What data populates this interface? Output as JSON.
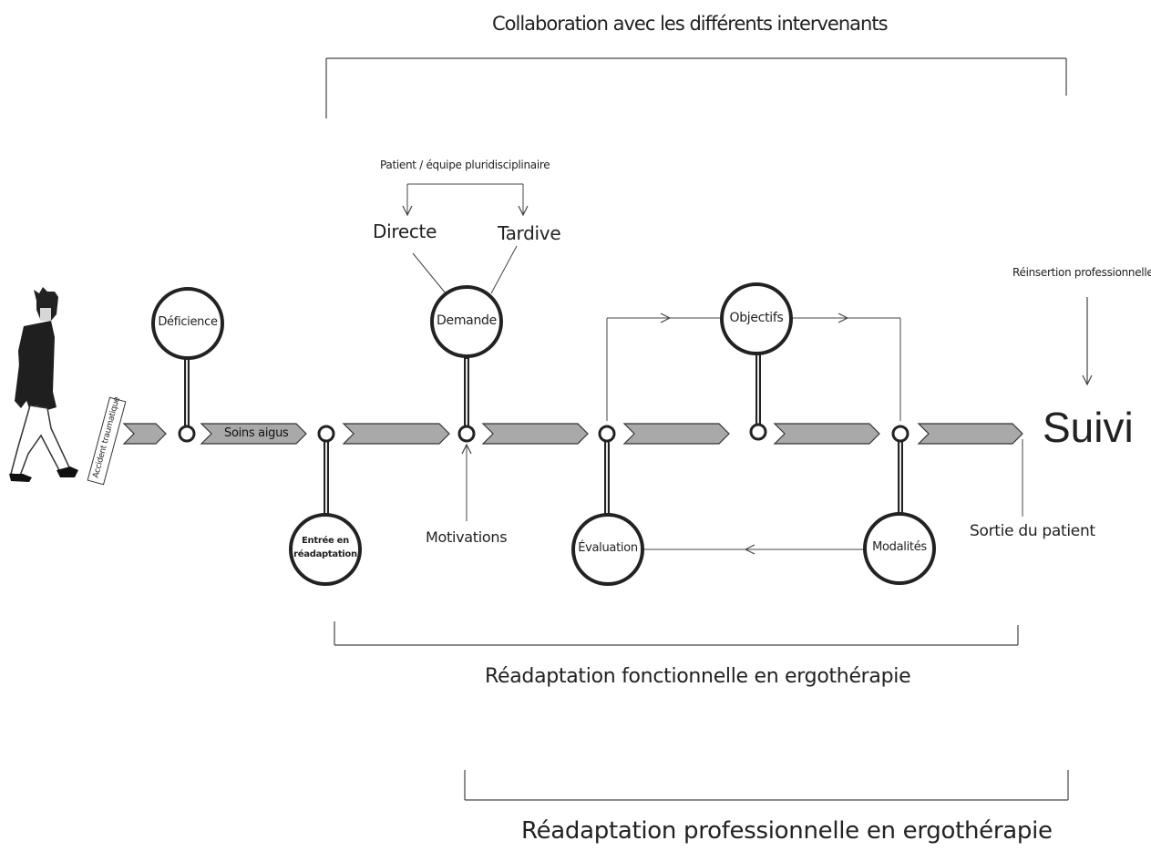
{
  "collaboration_title": "Collaboration avec les différents intervenants",
  "patient_team_label": "Patient / équipe pluridisciplinaire",
  "demand_types": {
    "direct": "Directe",
    "late": "Tardive"
  },
  "reinsertion_label": "Réinsertion professionnelle",
  "accident_label": "Accident traumatique",
  "acute_care_label": "Soins aigus",
  "nodes": {
    "deficience": "Déficience",
    "entree_1": "Entrée en",
    "entree_2": "réadaptation",
    "demande": "Demande",
    "evaluation": "Évaluation",
    "objectifs": "Objectifs",
    "modalites": "Modalités"
  },
  "motivations_label": "Motivations",
  "suivi_label": "Suivi",
  "exit_label": "Sortie du patient",
  "functional_rehab_label": "Réadaptation fonctionnelle en ergothérapie",
  "professional_rehab_label": "Réadaptation professionnelle en ergothérapie",
  "colors": {
    "arrow_fill": "#a9a9a9",
    "line": "#333333",
    "node_fill": "#ffffff",
    "text": "#222222"
  }
}
